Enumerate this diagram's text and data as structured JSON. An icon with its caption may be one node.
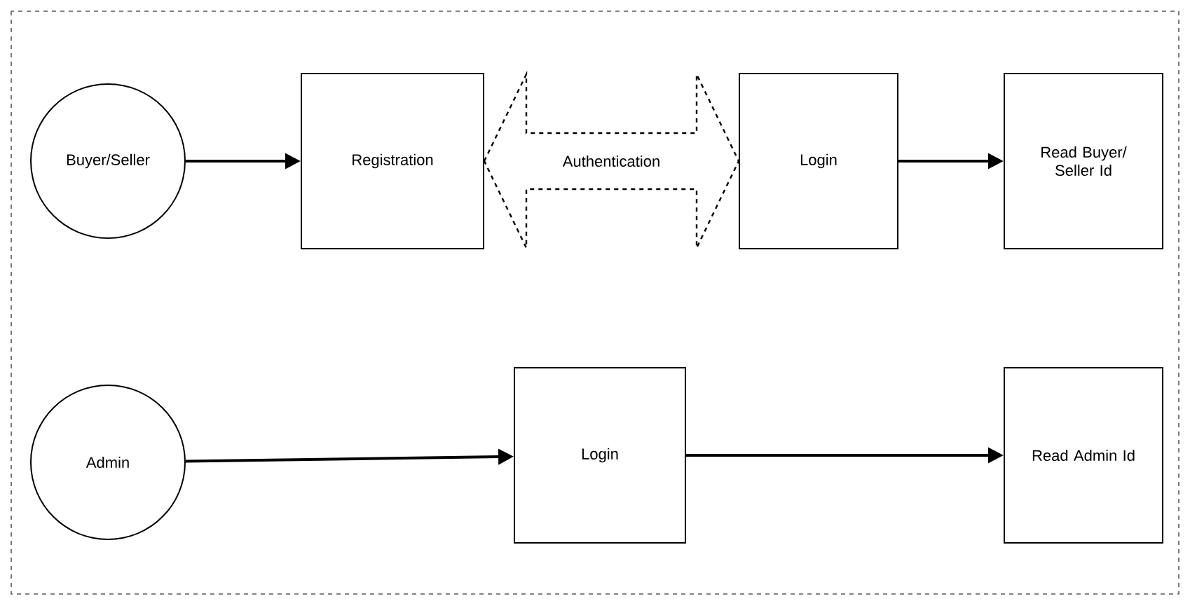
{
  "diagram": {
    "nodes": [
      {
        "text": [
          "Buyer/Seller"
        ]
      },
      {
        "text": [
          "Registration"
        ]
      },
      {
        "text": [
          "Login"
        ]
      },
      {
        "text": [
          "Read Buyer/ Seller Id"
        ]
      },
      {
        "text": [
          "Admin"
        ]
      },
      {
        "text": [
          "Login"
        ]
      },
      {
        "text": [
          "Read Admin Id"
        ]
      }
    ],
    "edges": [
      {
        "from": 0,
        "to": 1,
        "arrow": "to"
      },
      {
        "from": 1,
        "to": 2,
        "arrow": "both",
        "style": "dashed",
        "label": "Authentication"
      },
      {
        "from": 2,
        "to": 3,
        "arrow": "to"
      },
      {
        "from": 4,
        "to": 5,
        "arrow": "to"
      },
      {
        "from": 5,
        "to": 6,
        "arrow": "to"
      }
    ]
  }
}
